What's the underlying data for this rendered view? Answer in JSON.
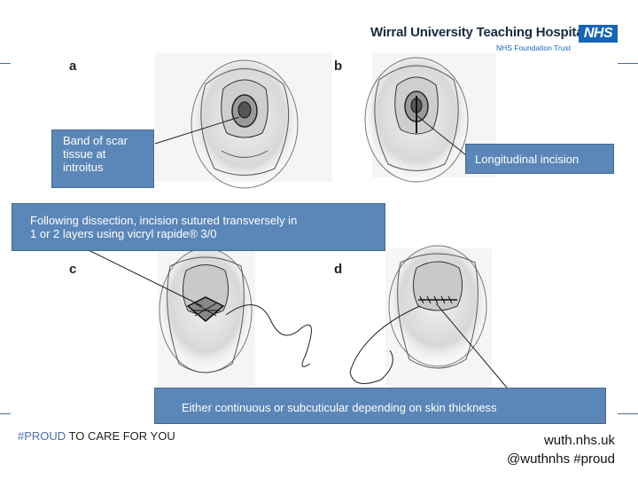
{
  "header": {
    "hospital_name": "Wirral University Teaching Hospital",
    "nhs_badge": "NHS",
    "trust_name": "NHS Foundation Trust",
    "brand_color": "#1565b8"
  },
  "panels": [
    {
      "letter": "a"
    },
    {
      "letter": "b"
    },
    {
      "letter": "c"
    },
    {
      "letter": "d"
    }
  ],
  "callouts": {
    "scar_band": [
      "Band of scar",
      "tissue at",
      "introitus"
    ],
    "longitudinal": "Longitudinal incision",
    "suture": [
      "Following dissection, incision sutured transversely in",
      "1 or 2 layers using vicryl rapide® 3/0"
    ],
    "closure": "Either continuous or subcuticular depending on skin thickness",
    "callout_color": "#5b86b8"
  },
  "footer": {
    "hashtag": "#PROUD",
    "tagline": " TO CARE FOR YOU",
    "website": "wuth.nhs.uk",
    "social": "@wuthnhs #proud"
  }
}
